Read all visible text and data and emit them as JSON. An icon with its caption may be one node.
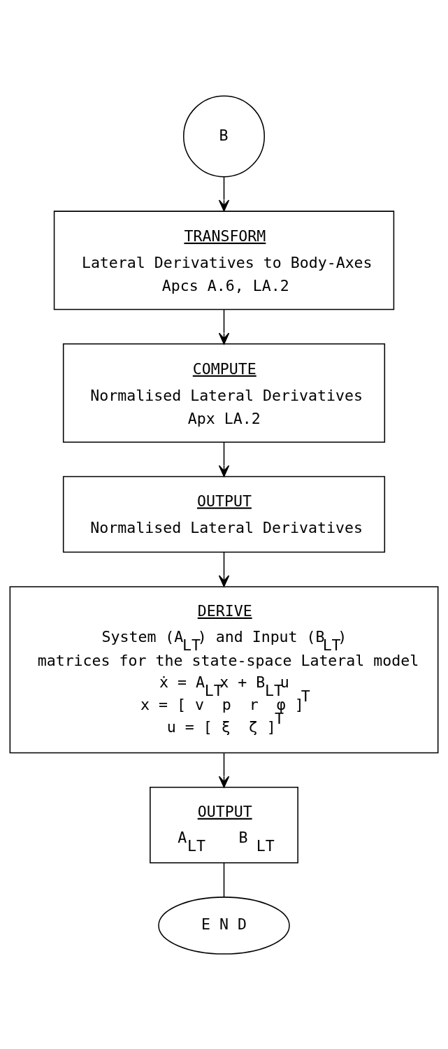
{
  "diagram": {
    "nodes": [
      {
        "text": [
          "B"
        ]
      },
      {
        "text": [
          "TRANSFORM",
          "Lateral Derivatives to Body-Axes",
          "Apcs A.6, LA.2"
        ]
      },
      {
        "text": [
          "COMPUTE",
          "Normalised Lateral Derivatives",
          "Apx LA.2"
        ]
      },
      {
        "text": [
          "OUTPUT",
          "Normalised Lateral Derivatives"
        ]
      },
      {
        "text": [
          "DERIVE",
          "System (A$_{LT}$) and Input (B$_{LT}$) matrices for the state-space Lateral model",
          "ẋ = A$_{LT}$x + B$_{LT}$u",
          "x = [ v  p  r  φ ]$^{T}$",
          "u = [ ξ  ζ ]$^{T}$"
        ]
      },
      {
        "text": [
          "OUTPUT",
          "A$_{LT}$     B$_{LT}$"
        ]
      },
      {
        "text": [
          "E N D"
        ]
      }
    ],
    "edges": [
      {
        "from": 0,
        "to": 1,
        "arrow": "to"
      },
      {
        "from": 1,
        "to": 2,
        "arrow": "to"
      },
      {
        "from": 2,
        "to": 3,
        "arrow": "to"
      },
      {
        "from": 3,
        "to": 4,
        "arrow": "to"
      },
      {
        "from": 4,
        "to": 5,
        "arrow": "to"
      },
      {
        "from": 5,
        "to": 6,
        "arrow": "none"
      }
    ]
  }
}
